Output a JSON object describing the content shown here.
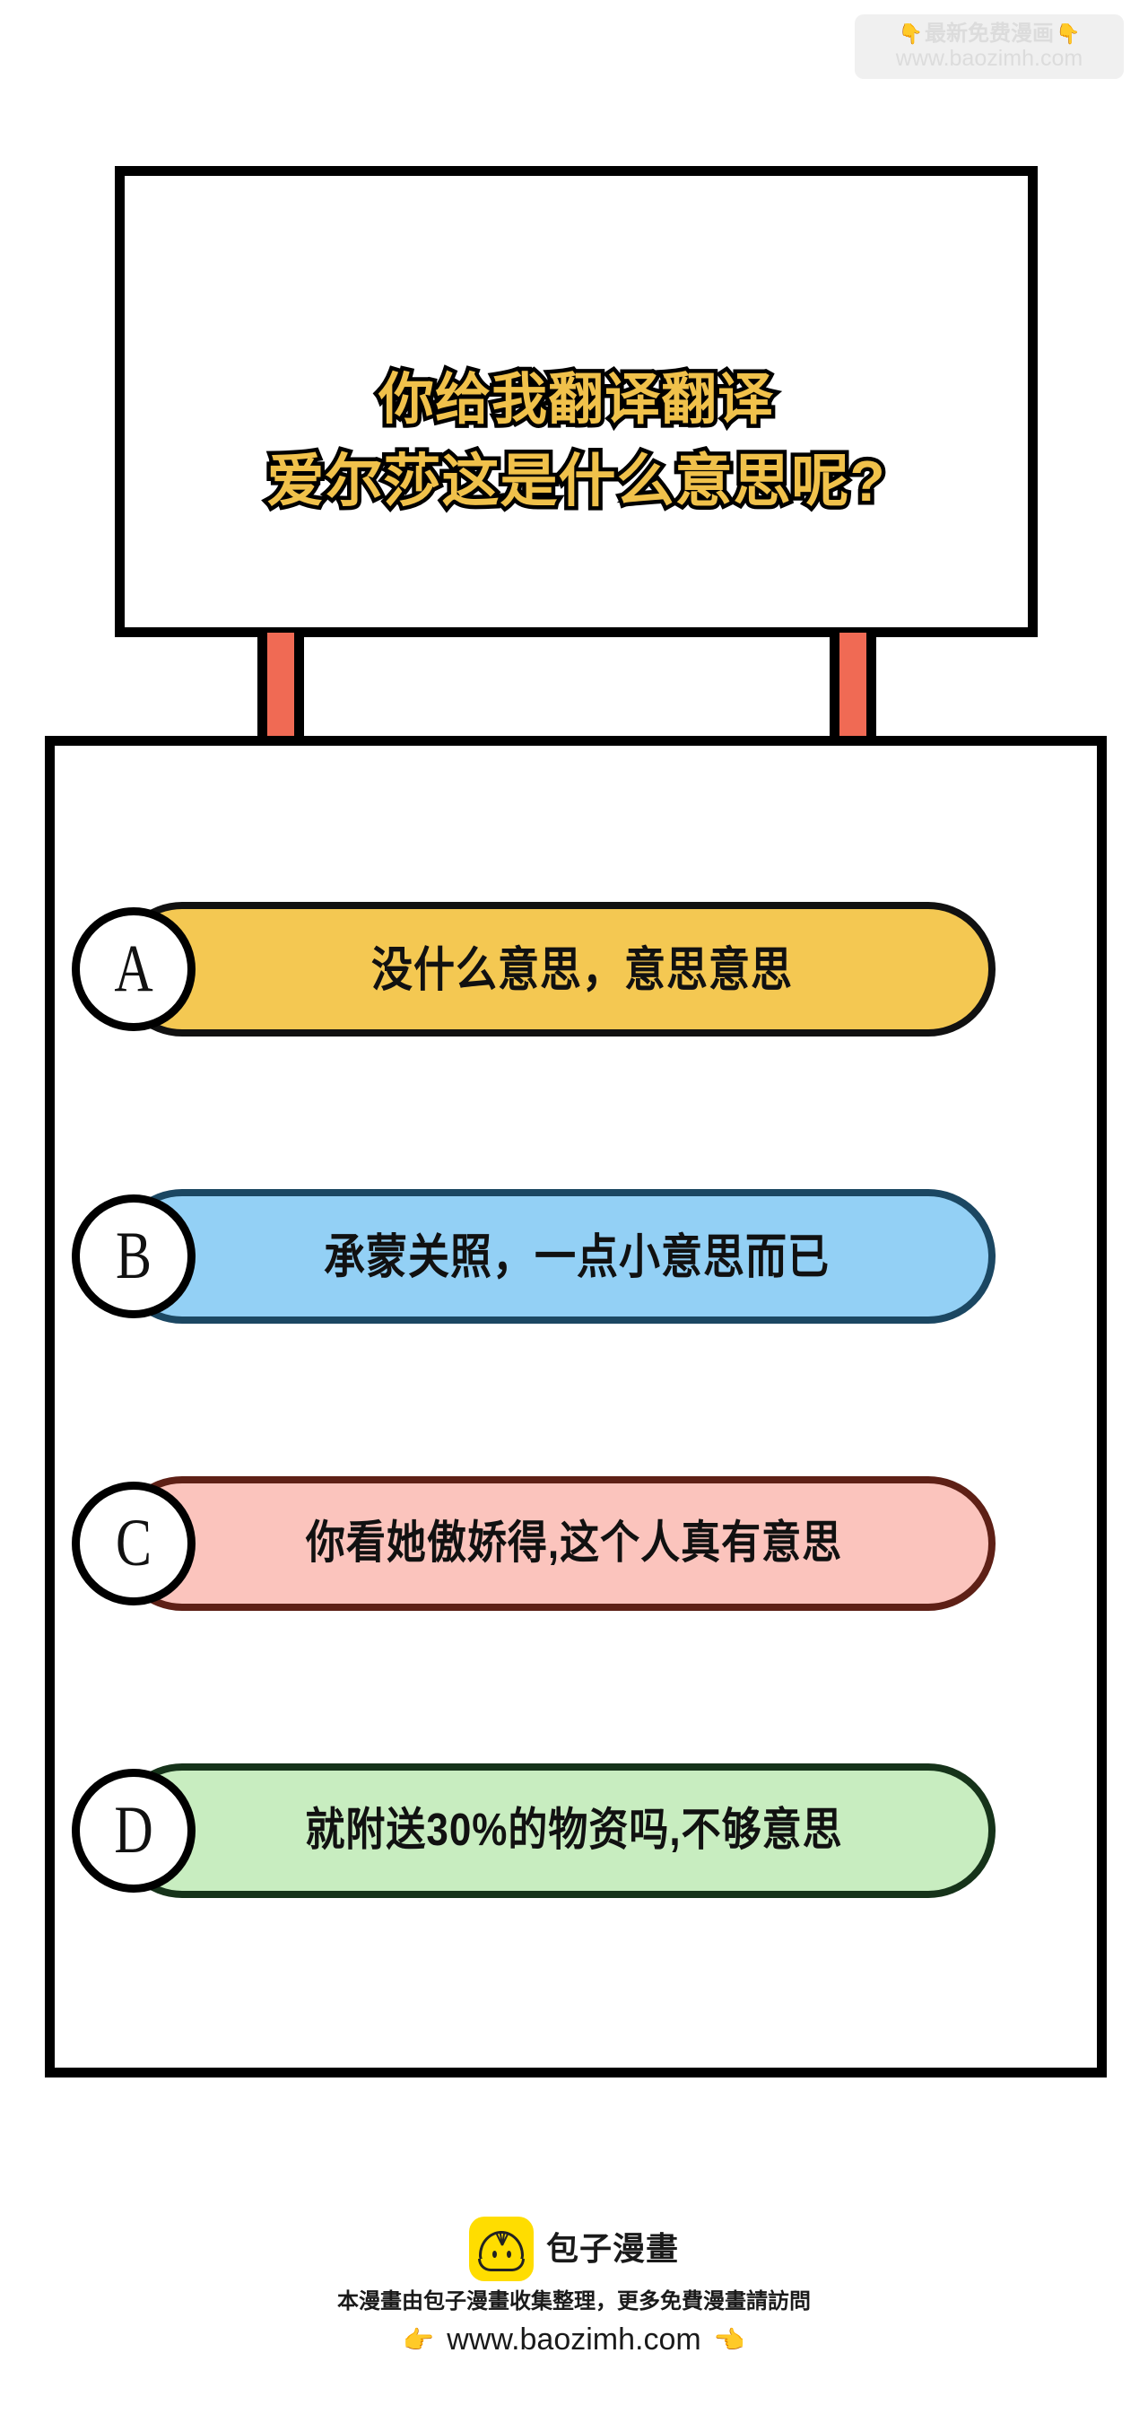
{
  "watermark": {
    "hand_left": "👇",
    "hand_right": "👇",
    "line1": "最新免费漫画",
    "line2": "www.baozimh.com",
    "bg_color": "#f0f0f0",
    "text_color": "#dcdcdc"
  },
  "signboard": {
    "line1": "你给我翻译翻译",
    "line2": "爱尔莎这是什么意思呢?",
    "text_color": "#f0c14b",
    "outline_color": "#000000",
    "border_color": "#000000"
  },
  "posts": {
    "color": "#f06a54",
    "border_color": "#000000"
  },
  "panel": {
    "border_color": "#000000",
    "background": "#ffffff"
  },
  "options": [
    {
      "letter": "A",
      "text": "没什么意思，意思意思",
      "fill_color": "#f4c852",
      "border_color": "#111111"
    },
    {
      "letter": "B",
      "text": "承蒙关照，一点小意思而已",
      "fill_color": "#93d0f5",
      "border_color": "#1b4762"
    },
    {
      "letter": "C",
      "text": "你看她傲娇得,这个人真有意思",
      "fill_color": "#fbc4bd",
      "border_color": "#5e2016"
    },
    {
      "letter": "D",
      "text": "就附送30%的物资吗,不够意思",
      "fill_color": "#c8edc0",
      "border_color": "#16331a"
    }
  ],
  "footer": {
    "brand_name": "包子漫畫",
    "note": "本漫畫由包子漫畫收集整理，更多免費漫畫請訪問",
    "hand_left": "👉",
    "hand_right": "👈",
    "url": "www.baozimh.com",
    "logo_color": "#ffdd00"
  }
}
